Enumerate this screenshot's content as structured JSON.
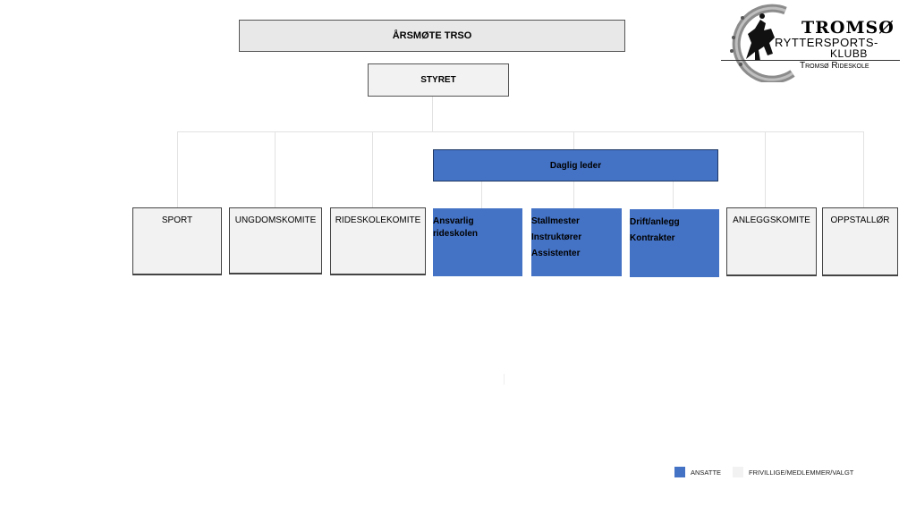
{
  "org": {
    "annual_meeting": "ÅRSMØTE TRSO",
    "board": "STYRET",
    "daily_manager": "Daglig leder"
  },
  "units": [
    {
      "label": "SPORT",
      "kind": "volunteer"
    },
    {
      "label": "UNGDOMSKOMITE",
      "kind": "volunteer"
    },
    {
      "label": "RIDESKOLEKOMITE",
      "kind": "volunteer"
    },
    {
      "lines": [
        "Ansvarlig",
        "rideskolen"
      ],
      "kind": "staff"
    },
    {
      "lines": [
        "Stallmester",
        "Instruktører",
        "Assistenter"
      ],
      "kind": "staff"
    },
    {
      "lines": [
        "Drift/anlegg",
        "Kontrakter"
      ],
      "kind": "staff"
    },
    {
      "label": "ANLEGGSKOMITE",
      "kind": "volunteer"
    },
    {
      "label": "OPPSTALLØR",
      "kind": "volunteer"
    }
  ],
  "legend": {
    "staff_label": "ANSATTE",
    "staff_color": "#4472c4",
    "volunteer_label": "FRIVILLIGE/MEDLEMMER/VALGT",
    "volunteer_color": "#f2f2f2"
  },
  "logo": {
    "line1": "TROMSØ",
    "line2": "RYTTERSPORTS-",
    "line3": "KLUBB",
    "line4": "Tromsø Rideskole",
    "emblem": "horseshoe-rider-icon"
  }
}
